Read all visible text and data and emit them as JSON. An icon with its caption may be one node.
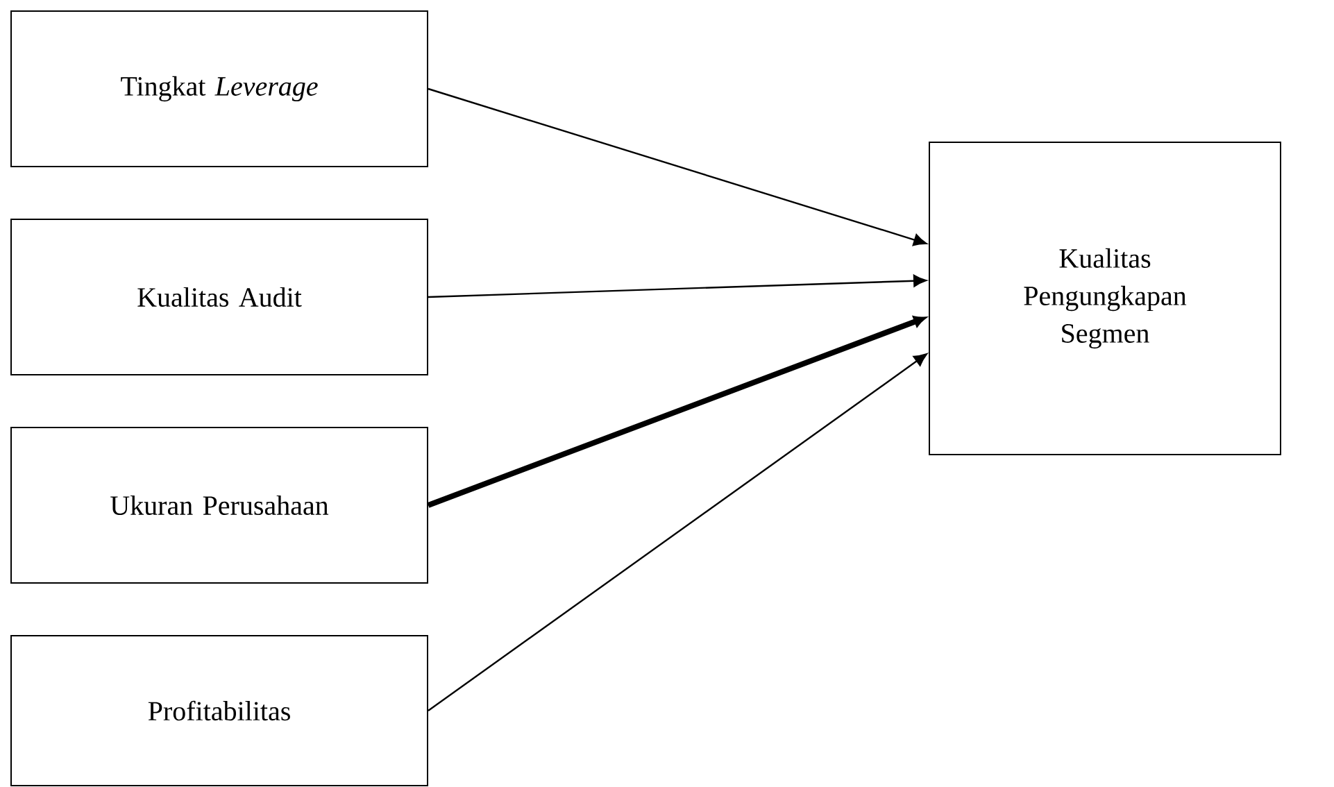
{
  "diagram": {
    "nodes": [
      {
        "text": [
          "Tingkat *Leverage*"
        ]
      },
      {
        "text": [
          "Kualitas Audit"
        ]
      },
      {
        "text": [
          "Ukuran Perusahaan"
        ]
      },
      {
        "text": [
          "Profitabilitas"
        ]
      },
      {
        "text": [
          "Kualitas Pengungkapan Segmen"
        ]
      }
    ],
    "edges": [
      {
        "from": 0,
        "to": 4,
        "arrow": "to"
      },
      {
        "from": 1,
        "to": 4,
        "arrow": "to"
      },
      {
        "from": 2,
        "to": 4,
        "arrow": "to",
        "style": "thick"
      },
      {
        "from": 3,
        "to": 4,
        "arrow": "to"
      }
    ]
  }
}
